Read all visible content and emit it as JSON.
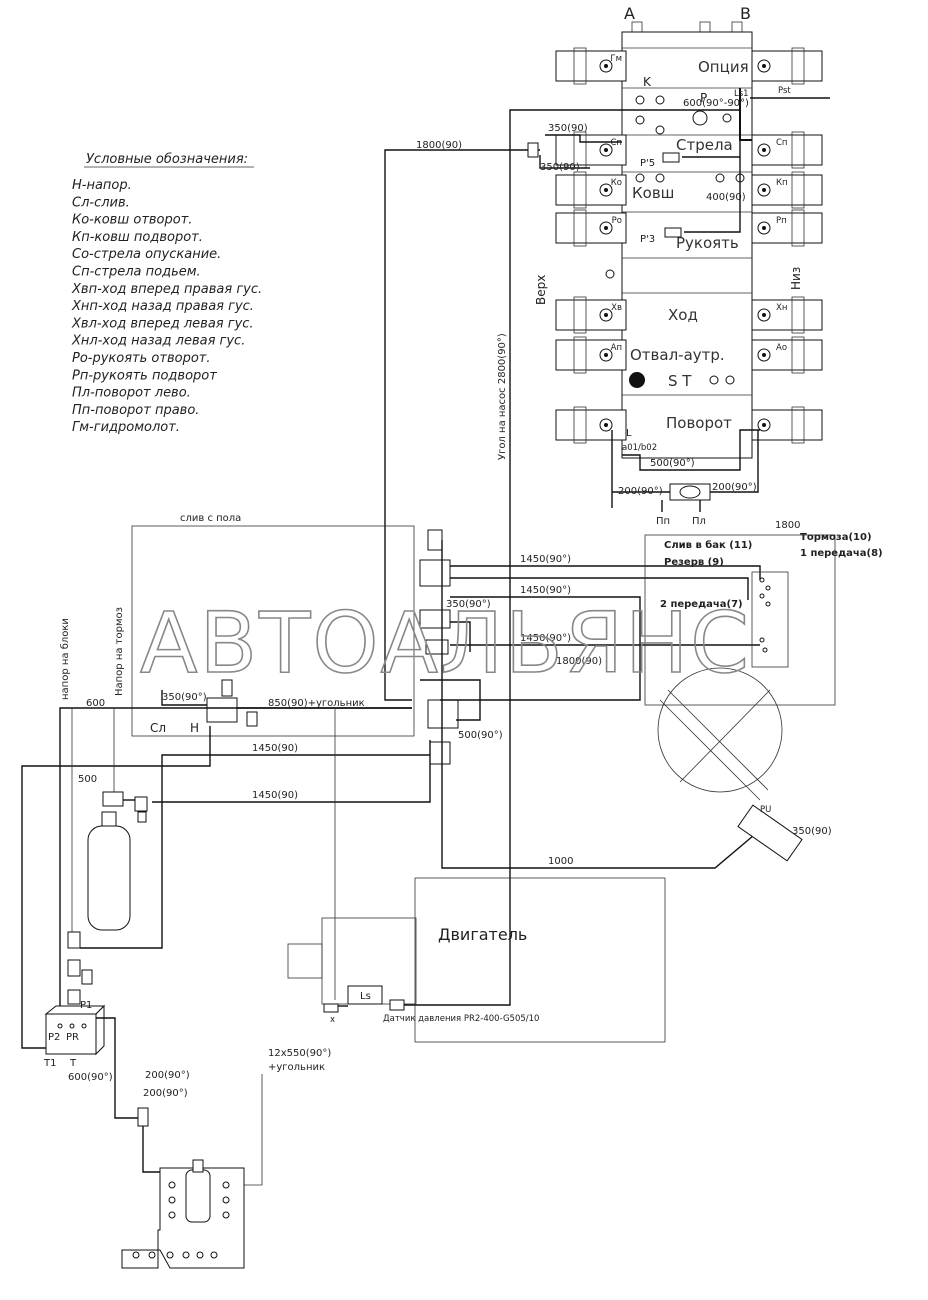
{
  "legend": {
    "title": "Условные обозначения:",
    "items": [
      "Н-напор.",
      "Сл-слив.",
      "Ко-ковш отворот.",
      "Кп-ковш подворот.",
      "Со-стрела опускание.",
      "Сп-стрела подьем.",
      "Хвп-ход вперед правая гус.",
      "Хнп-ход назад правая гус.",
      "Хвл-ход вперед левая гус.",
      "Хнл-ход назад левая гус.",
      "Ро-рукоять отворот.",
      "Рп-рукоять подворот",
      "Пл-поворот лево.",
      "Пп-поворот право.",
      "Гм-гидромолот."
    ]
  },
  "valve": {
    "port_a": "A",
    "port_b": "B",
    "sections": [
      "Опция",
      "Стрела",
      "Ковш",
      "Рукоять",
      "Ход",
      "Отвал-аутр.",
      "Поворот"
    ],
    "st": "S T",
    "k": "K",
    "p": "P",
    "ls1": "Ls1",
    "pst": "Pst",
    "p5": "P'5",
    "p3": "P'3",
    "l": "L",
    "code": "a01/b02",
    "pump_line": "600(90°-90°)",
    "line_400": "400(90)",
    "verh": "Верх",
    "niz": "Низ",
    "left_ports": [
      "Гм",
      "Сп",
      "Ко",
      "Ро",
      "Хв",
      "Ап"
    ],
    "right_ports": [
      "Сп",
      "Кп",
      "Рп",
      "Хн",
      "Ао"
    ]
  },
  "labels": {
    "l350_top": "350(90)",
    "l350_cp": "350(90)",
    "l1800_top": "1800(90)",
    "pump_angle": "Угол на насос 2800(90°)",
    "l500_90": "500(90°)",
    "l200_left": "200(90°)",
    "l200_right": "200(90°)",
    "pp": "Пп",
    "pl": "Пл",
    "l1800_right": "1800",
    "sliv_pola": "слив с пола",
    "l1450_a": "1450(90°)",
    "l1450_b": "1450(90°)",
    "l1450_c": "1450(90°)",
    "l1800_mid": "1800(90)",
    "l350_mid": "350(90°)",
    "l350_left": "350(90°)",
    "l850": "850(90)+угольник",
    "l500_90b": "500(90°)",
    "l1450_90a": "1450(90)",
    "l1450_90b": "1450(90)",
    "sl": "Сл",
    "n": "Н",
    "l600": "600",
    "l500": "500",
    "napor_bloki": "напор на блоки",
    "napor_tormoz": "Напор на тормоз",
    "l1000": "1000",
    "l350_90": "350(90)",
    "ls": "Ls",
    "x": "x",
    "sensor": "Датчик давления PR2-400-G505/10",
    "engine": "Двигатель",
    "pr": "PR",
    "p1": "P1",
    "p2": "P2",
    "t1": "T1",
    "t": "T",
    "l600_90": "600(90°)",
    "l200_90": "200(90°)",
    "l12x550": "12x550(90°)",
    "ugolnik": "+угольник",
    "l200_90b": "200(90°)",
    "sliv_bak": "Слив в бак (11)",
    "rezerv": "Резерв (9)",
    "tormoza": "Тормоза(10)",
    "peredacha1": "1 передача(8)",
    "peredacha2": "2 передача(7)"
  },
  "watermark": "АВТОАЛЬЯНС"
}
